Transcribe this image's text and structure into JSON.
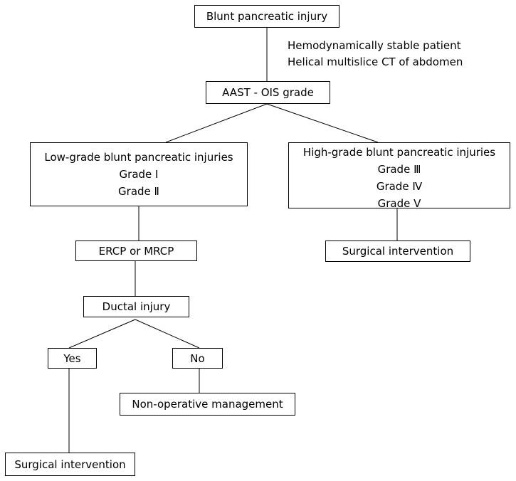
{
  "nodes": {
    "root": "Blunt pancreatic injury",
    "assessment": [
      "Hemodynamically stable patient",
      "Helical multislice CT of abdomen"
    ],
    "aast": "AAST - OIS grade",
    "low_grade": {
      "title": "Low-grade blunt pancreatic injuries",
      "grades": [
        "Grade Ⅰ",
        "Grade Ⅱ"
      ]
    },
    "high_grade": {
      "title": "High-grade blunt pancreatic injuries",
      "grades": [
        "Grade Ⅲ",
        "Grade Ⅳ",
        "Grade Ⅴ"
      ]
    },
    "surgical_high": "Surgical intervention",
    "ercp": "ERCP or MRCP",
    "ductal": "Ductal injury",
    "yes": "Yes",
    "no": "No",
    "nonop": "Non-operative management",
    "surgical_yes": "Surgical intervention"
  }
}
